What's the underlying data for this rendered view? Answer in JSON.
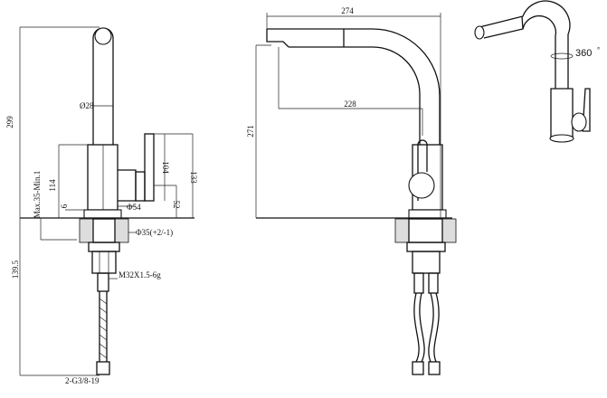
{
  "side_view": {
    "height_total": "299",
    "tube_diameter": "Ø28",
    "body_height": "114",
    "handle_height": "104",
    "handle_top_height": "133",
    "handle_base_height": "52",
    "base_ring": "6",
    "deck_thickness": "Max.35-Min.1",
    "base_diameter": "Φ54",
    "hole_diameter": "Φ35(+2/-1)",
    "below_deck_length": "139.5",
    "thread": "M32X1.5-6g",
    "hose_connection": "2-G3/8-19"
  },
  "front_view": {
    "reach_total": "274",
    "reach_spout": "228",
    "spout_height": "271"
  },
  "perspective_view": {
    "rotation": "360",
    "rotation_unit": "°"
  }
}
